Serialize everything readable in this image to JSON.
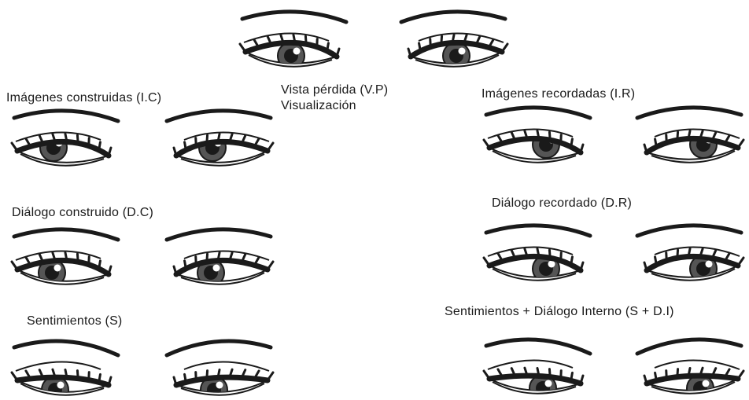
{
  "labels": {
    "vista_perdida": "Vista pérdida (V.P)",
    "visualizacion": "Visualización",
    "imagenes_construidas": "Imágenes construidas (I.C)",
    "imagenes_recordadas": "Imágenes recordadas (I.R)",
    "dialogo_construido": "Diálogo construido (D.C)",
    "dialogo_recordado": "Diálogo recordado (D.R)",
    "sentimientos": "Sentimientos (S)",
    "sentimientos_dialogo_interno": "Sentimientos + Diálogo Interno (S + D.I)"
  },
  "colors": {
    "ink": "#1a1a1a",
    "iris": "#555555",
    "background": "#ffffff"
  },
  "icons": [
    "eye-pair-icon"
  ]
}
